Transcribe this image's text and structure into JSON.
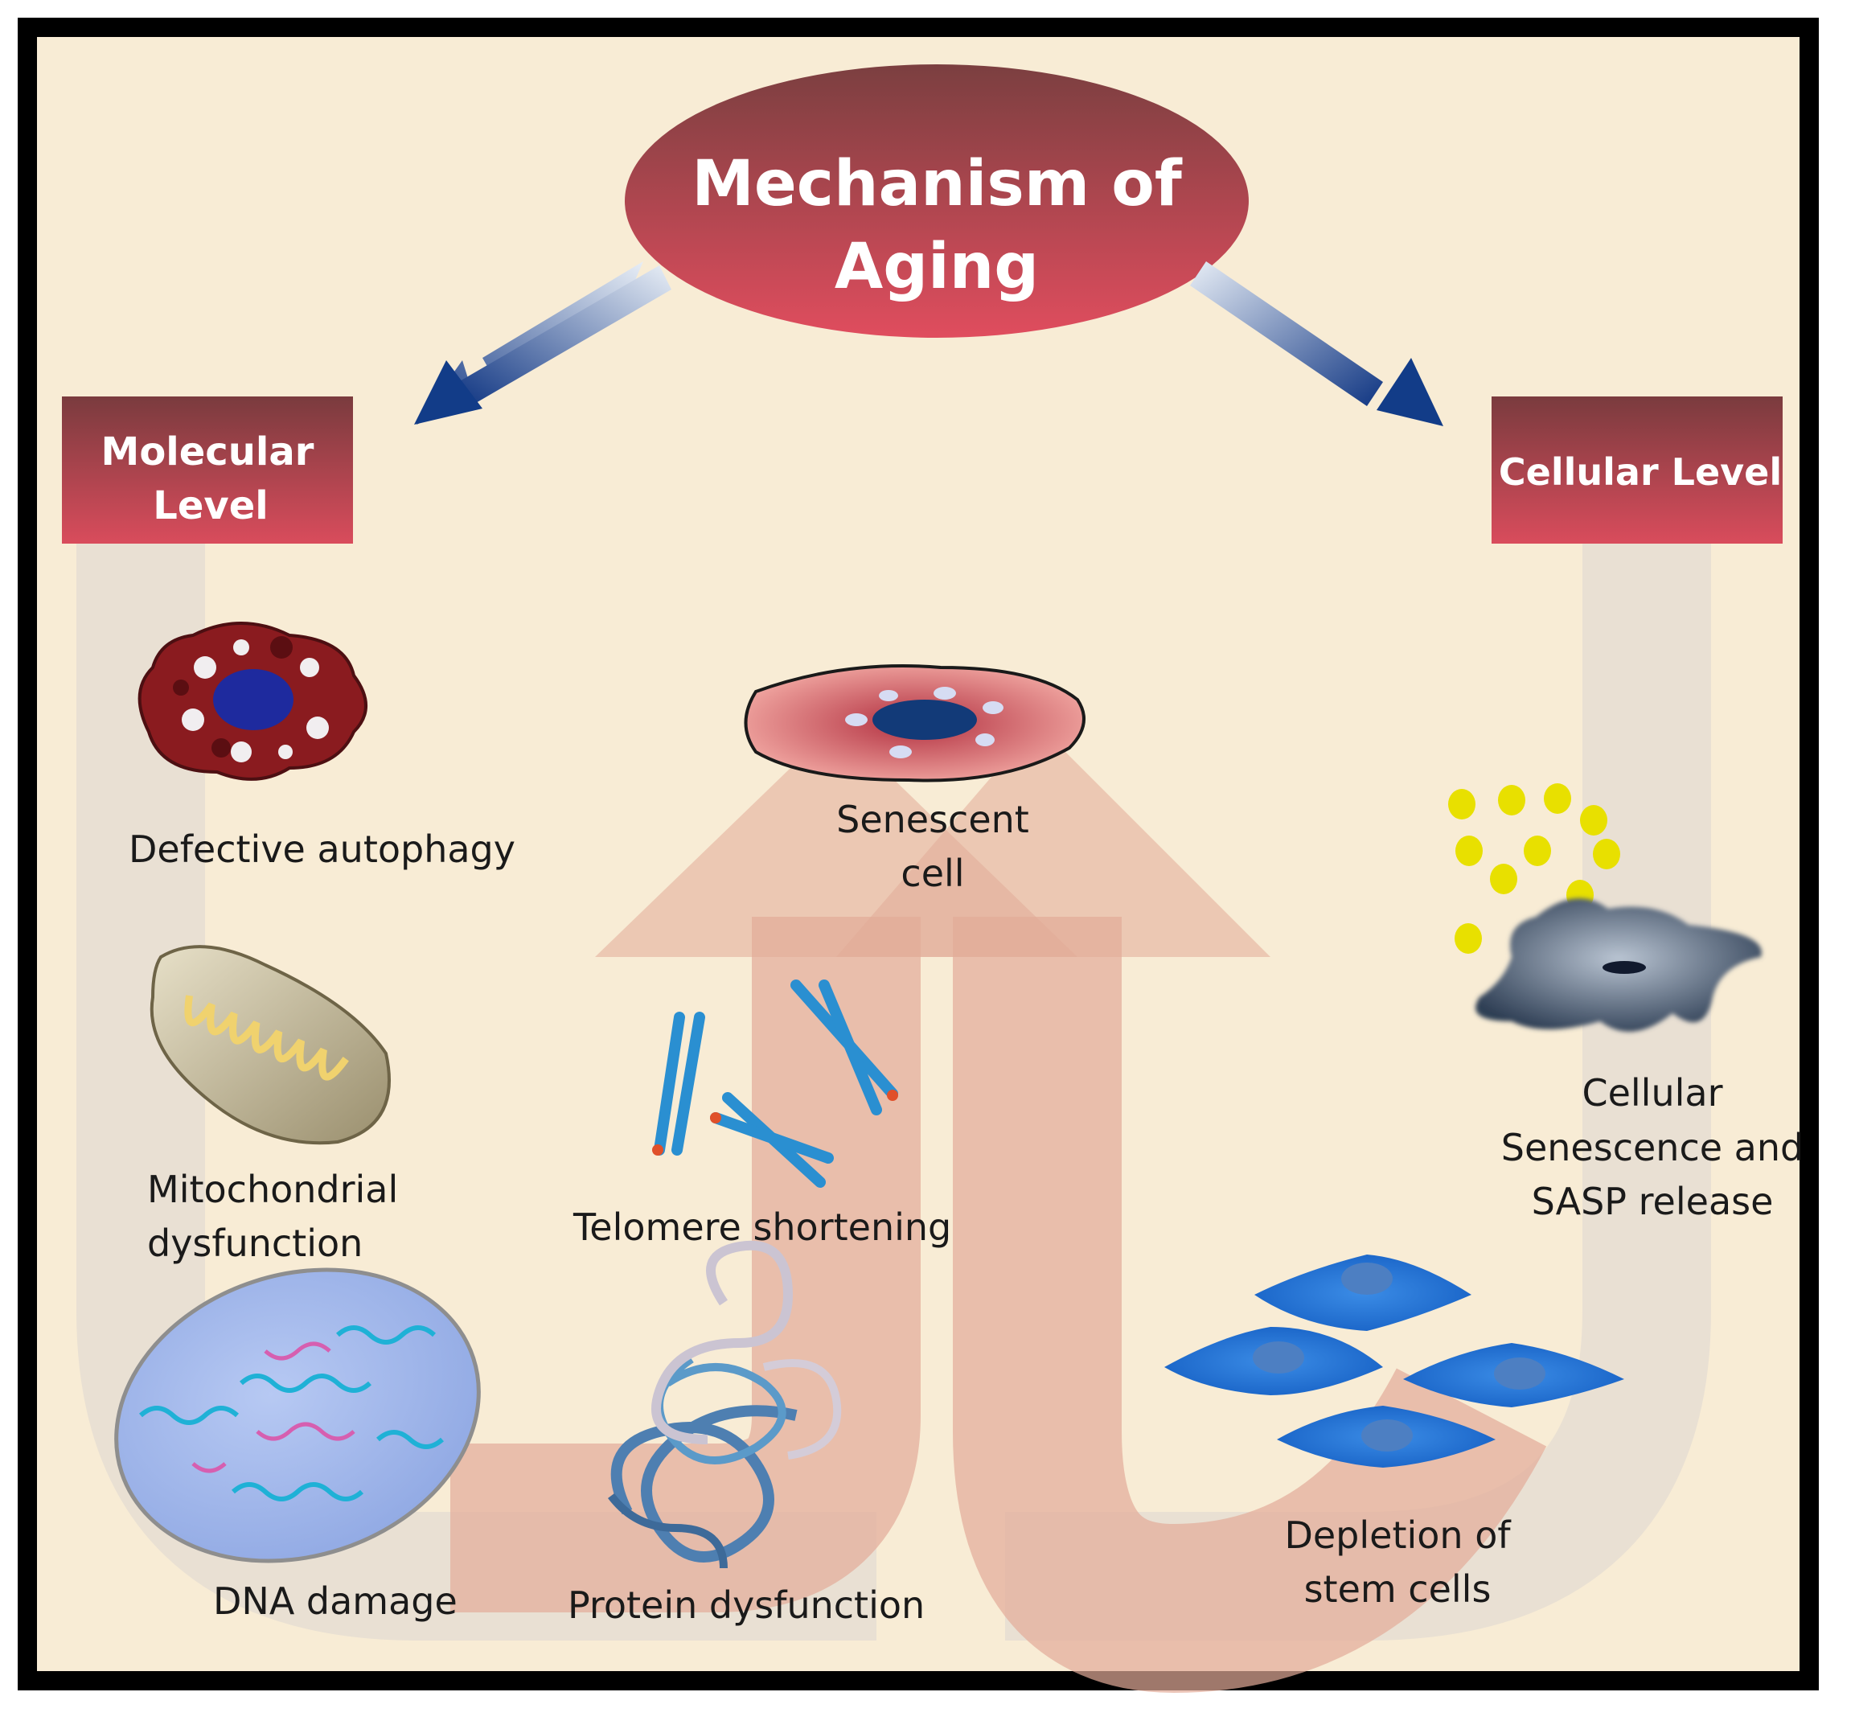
{
  "title": {
    "line1": "Mechanism of",
    "line2": "Aging"
  },
  "levels": {
    "molecular": {
      "line1": "Molecular",
      "line2": "Level"
    },
    "cellular": {
      "label": "Cellular  Level"
    }
  },
  "center": {
    "line1": "Senescent",
    "line2": "cell"
  },
  "molecular_items": {
    "autophagy": "Defective autophagy",
    "mito_line1": "Mitochondrial",
    "mito_line2": "dysfunction",
    "dna": "DNA  damage",
    "protein": "Protein dysfunction",
    "telomere": "Telomere shortening"
  },
  "cellular_items": {
    "sasp_line1": "Cellular",
    "sasp_line2": "Senescence and",
    "sasp_line3": "SASP release",
    "stem_line1": "Depletion of",
    "stem_line2": "stem cells"
  },
  "colors": {
    "background": "#f8ecd5",
    "frame": "#000000",
    "header_dark": "#7a3b3e",
    "header_light": "#d84a5a",
    "arrow_blue": "#123c88",
    "pink_arrow": "#e0a894",
    "gray_band": "#e7dfd3",
    "stem_cell": "#1d72d0",
    "sasp_particle": "#e8e000"
  },
  "icons": {
    "autophagy": "autophagy-cell-icon",
    "mitochondrion": "mitochondrion-icon",
    "dna": "dna-nucleus-icon",
    "protein": "protein-tangle-icon",
    "chromosome": "chromosome-icon",
    "senescent_cell": "senescent-cell-icon",
    "sasp": "sasp-particles-icon",
    "stem_cell": "stem-cell-icon"
  }
}
